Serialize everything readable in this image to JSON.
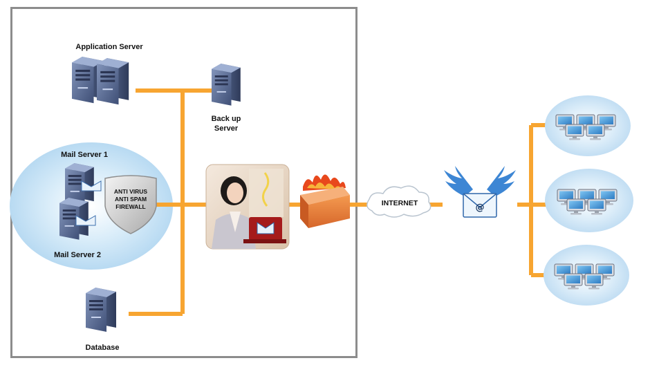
{
  "labels": {
    "application_server": "Application Server",
    "backup_server_line1": "Back up",
    "backup_server_line2": "Server",
    "mail_server_1": "Mail Server 1",
    "mail_server_2": "Mail Server 2",
    "shield_line1": "ANTI VIRUS",
    "shield_line2": "ANTI SPAM",
    "shield_line3": "FIREWALL",
    "database": "Database",
    "internet": "INTERNET",
    "email_symbol": "@"
  },
  "colors": {
    "connector": "#f7a531",
    "boundary": "#8c8c8c",
    "server_body": "#5b6f95",
    "server_dark": "#3e4c6e",
    "cluster_glow": "#c9e3f5",
    "wing": "#3d86d4",
    "firewall_fire": "#e8481c"
  },
  "icons": [
    "server-icon",
    "shield-icon",
    "firewall-icon",
    "cloud-icon",
    "envelope-wings-icon",
    "computer-cluster-icon",
    "operator-photo"
  ]
}
